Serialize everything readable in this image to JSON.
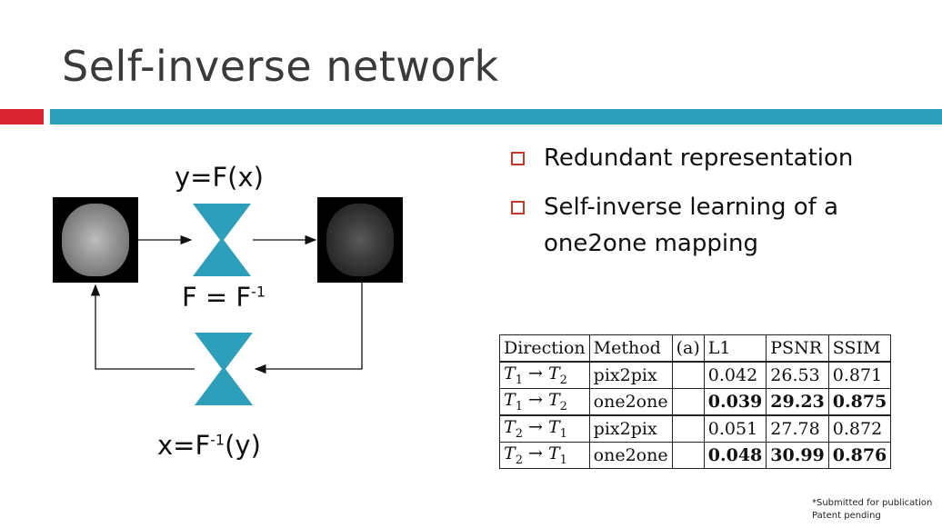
{
  "slide": {
    "title": "Self-inverse network"
  },
  "diagram": {
    "forward_label": "y=F(x)",
    "identity_label_left": "F = F",
    "identity_label_sup": "-1",
    "inverse_label_left": "x=F",
    "inverse_label_sup": "-1",
    "inverse_label_right": "(y)",
    "accent_color": "#2e9fba"
  },
  "bullets": [
    "Redundant representation",
    "Self-inverse learning of a one2one mapping"
  ],
  "table": {
    "headers": [
      "Direction",
      "Method",
      "(a)",
      "L1",
      "PSNR",
      "SSIM"
    ],
    "rows": [
      {
        "from": "T",
        "from_sub": "1",
        "to": "T",
        "to_sub": "2",
        "method": "pix2pix",
        "a": "",
        "l1": "0.042",
        "psnr": "26.53",
        "ssim": "0.871"
      },
      {
        "from": "T",
        "from_sub": "1",
        "to": "T",
        "to_sub": "2",
        "method": "one2one",
        "a": "",
        "l1": "0.039",
        "psnr": "29.23",
        "ssim": "0.875"
      },
      {
        "from": "T",
        "from_sub": "2",
        "to": "T",
        "to_sub": "1",
        "method": "pix2pix",
        "a": "",
        "l1": "0.051",
        "psnr": "27.78",
        "ssim": "0.872"
      },
      {
        "from": "T",
        "from_sub": "2",
        "to": "T",
        "to_sub": "1",
        "method": "one2one",
        "a": "",
        "l1": "0.048",
        "psnr": "30.99",
        "ssim": "0.876"
      }
    ]
  },
  "footnote": {
    "line1": "*Submitted for publication",
    "line2": "Patent pending"
  },
  "colors": {
    "title_bar_red": "#d92531",
    "title_bar_blue": "#2e9fba",
    "bullet_box": "#c0392b"
  }
}
